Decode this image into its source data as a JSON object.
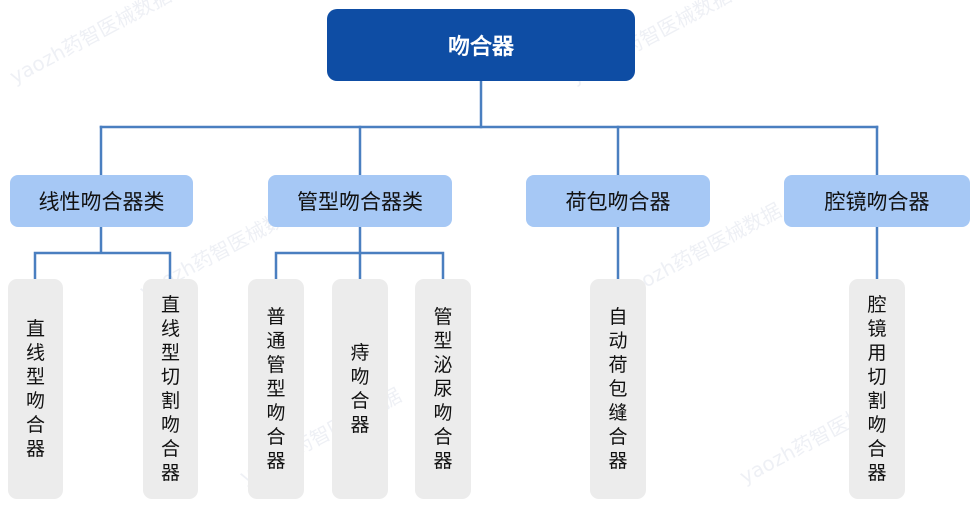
{
  "root": {
    "label": "吻合器"
  },
  "categories": [
    {
      "label": "线性吻合器类"
    },
    {
      "label": "管型吻合器类"
    },
    {
      "label": "荷包吻合器"
    },
    {
      "label": "腔镜吻合器"
    }
  ],
  "leaves": [
    {
      "label": "直线型吻合器"
    },
    {
      "label": "直线型切割吻合器"
    },
    {
      "label": "普通管型吻合器"
    },
    {
      "label": "痔吻合器"
    },
    {
      "label": "管型泌尿吻合器"
    },
    {
      "label": "自动荷包缝合器"
    },
    {
      "label": "腔镜用切割吻合器"
    }
  ],
  "watermark": {
    "text": "yaozh药智医械数据"
  },
  "colors": {
    "root": "#0e4da4",
    "category": "#a6c8f5",
    "leaf": "#ececec",
    "connector": "#4a7fc0"
  }
}
